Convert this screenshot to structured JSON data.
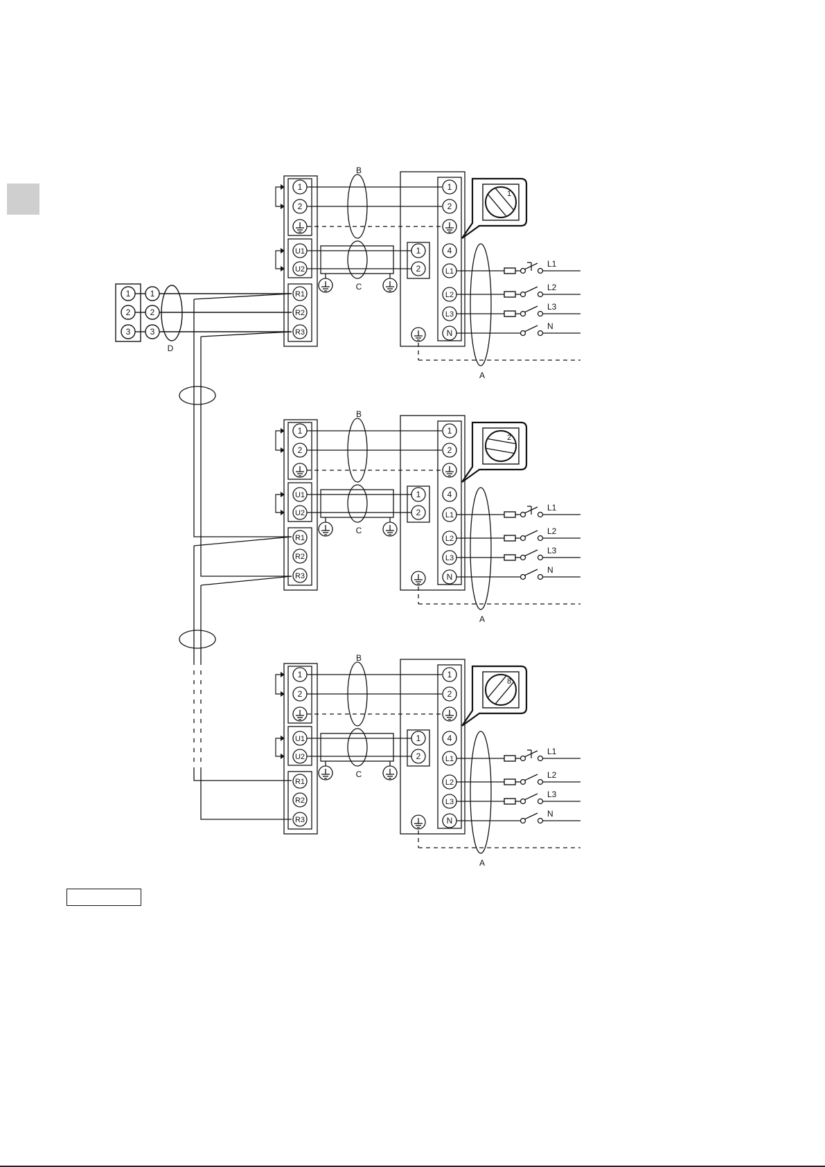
{
  "labels": {
    "cable_a": "A",
    "cable_b": "B",
    "cable_c": "C",
    "cable_d": "D"
  },
  "terminals": {
    "t1": "1",
    "t2": "2",
    "t3": "3",
    "t4": "4",
    "u1": "U1",
    "u2": "U2",
    "r1": "R1",
    "r2": "R2",
    "r3": "R3",
    "l1": "L1",
    "l2": "L2",
    "l3": "L3",
    "n": "N"
  },
  "supply": {
    "l1": "L1",
    "l2": "L2",
    "l3": "L3",
    "n": "N"
  },
  "units": [
    {
      "address": "1"
    },
    {
      "address": "2"
    },
    {
      "address": "8"
    }
  ],
  "colors": {
    "line": "#111111",
    "tab": "#cfcfcf"
  }
}
